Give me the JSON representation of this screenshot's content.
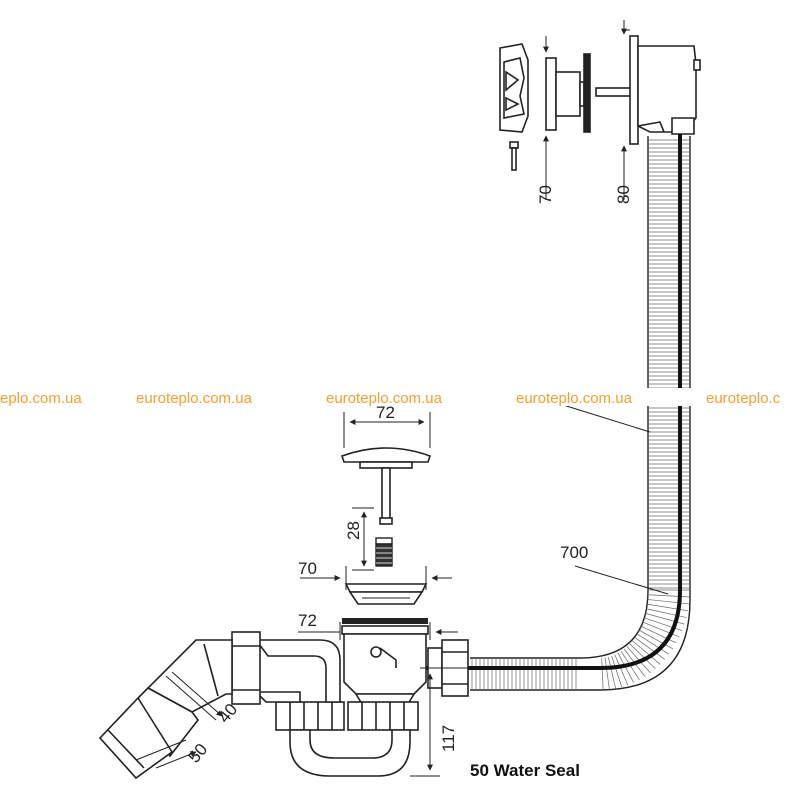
{
  "watermarks": [
    "eplo.com.ua",
    "euroteplo.com.ua",
    "euroteplo.com.ua",
    "euroteplo.com.ua",
    "euroteplo.c"
  ],
  "dimensions": {
    "cap_depth": "70",
    "overflow_depth": "80",
    "plug_width": "72",
    "plug_stem": "28",
    "strainer_width": "70",
    "body_width": "72",
    "outlet_height": "40",
    "outlet_diameter": "50",
    "trap_height": "117",
    "cable_length": "700"
  },
  "caption": "50  Water Seal",
  "colors": {
    "line": "#222222",
    "watermark": "#f0a030",
    "fill": "#ffffff",
    "hatch": "#555555"
  }
}
